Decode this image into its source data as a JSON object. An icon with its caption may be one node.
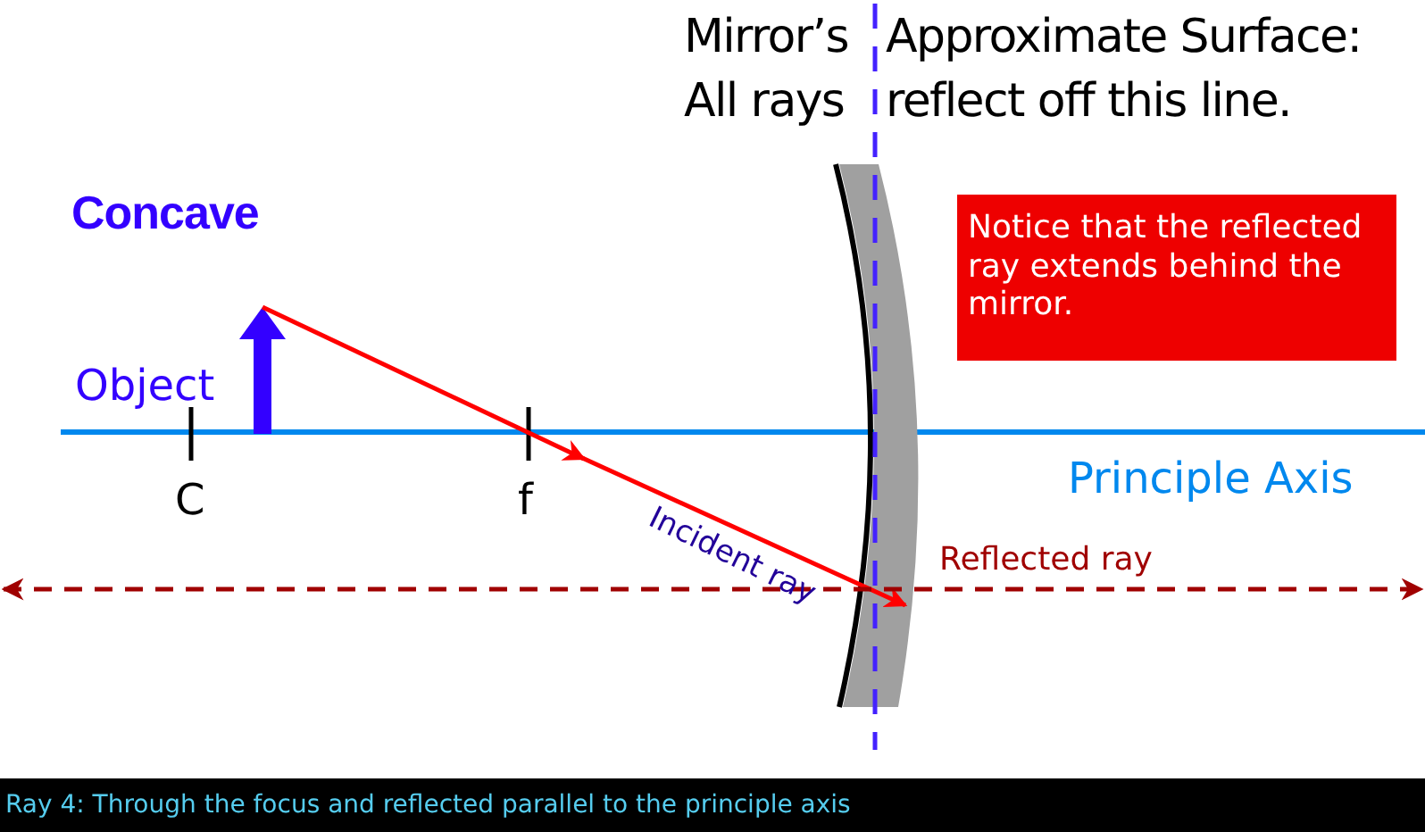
{
  "diagram": {
    "title": "Concave",
    "caption": "Ray 4: Through the focus and reflected parallel to the principle axis",
    "nodes": [
      {
        "text": [
          "Notice that the reflected ray extends behind the mirror."
        ]
      }
    ],
    "labels": [
      "Mirror’s",
      "Approximate Surface:",
      "All rays",
      "reflect off this line.",
      "Object",
      "C",
      "f",
      "Incident ray",
      "Principle Axis",
      "Reflected ray"
    ]
  }
}
